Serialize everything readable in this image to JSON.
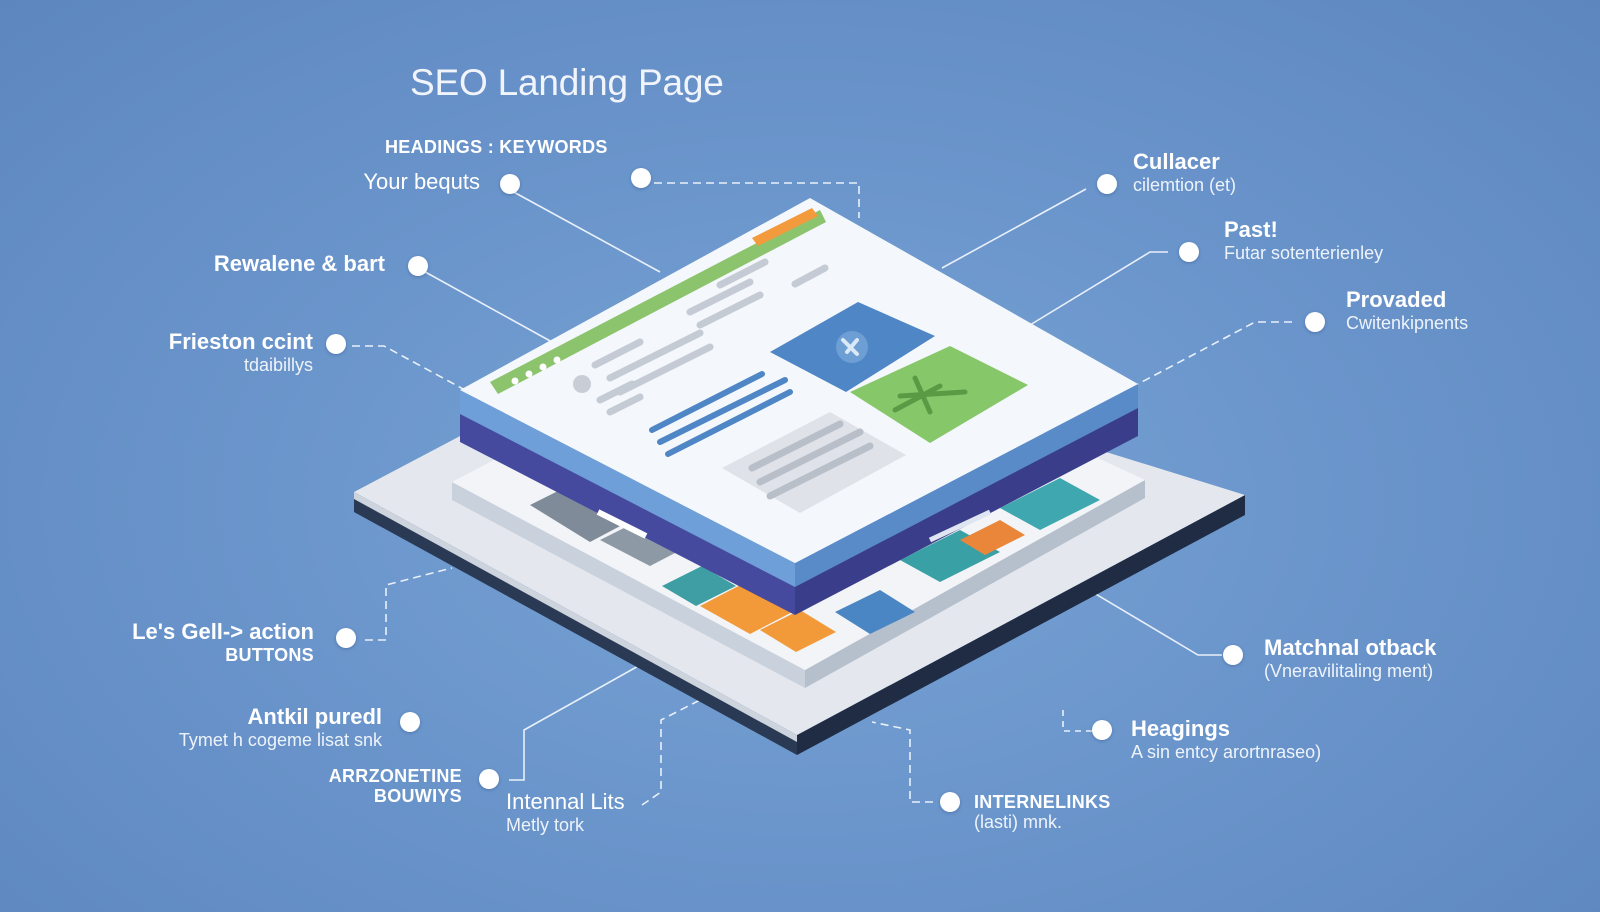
{
  "title": "SEO Landing Page",
  "header": {
    "headings_keywords": "HEADINGS : KEYWORDS"
  },
  "labels": {
    "your_bequts": {
      "main": "Your bequts"
    },
    "rewalene": {
      "main": "Rewalene & bart"
    },
    "frieston": {
      "main": "Frieston ccint",
      "sub": "tdaibillys"
    },
    "les_gell": {
      "main": "Le's Gell-> action",
      "sub": "BUTTONS"
    },
    "antkil": {
      "main": "Antkil puredl",
      "sub": "Tymet h cogeme lisat snk"
    },
    "arrzonetine": {
      "main": "ARRZONETINE",
      "sub": "BOUWIYS"
    },
    "internal_lits": {
      "main": "Intennal Lits",
      "sub": "Metly tork"
    },
    "cullacer": {
      "main": "Cullacer",
      "sub": "cilemtion (et)"
    },
    "past": {
      "main": "Past!",
      "sub": "Futar sotenterienley"
    },
    "provaded": {
      "main": "Provaded",
      "sub": "Cwitenkipnents"
    },
    "matchnal": {
      "main": "Matchnal otback",
      "sub": "(Vneravilitaling ment)"
    },
    "heagings": {
      "main": "Heagings",
      "sub": "A sin entcy arortnraseo)"
    },
    "internelinks": {
      "main": "INTERNELINKS",
      "sub": "(lasti) mnk."
    }
  },
  "colors": {
    "background": "#6b96cc",
    "page_white": "#f4f7fb",
    "accent_green": "#8cc36d",
    "accent_orange": "#f39a3c",
    "accent_blue": "#4f86c6",
    "layer_purple": "#4a4fa8",
    "layer_blue": "#6a9bd6",
    "base_gray": "#e4e8ee",
    "base_dark": "#25344e"
  },
  "icons": [
    "pin-dot-icon",
    "tools-icon",
    "network-icon",
    "user-icon"
  ]
}
